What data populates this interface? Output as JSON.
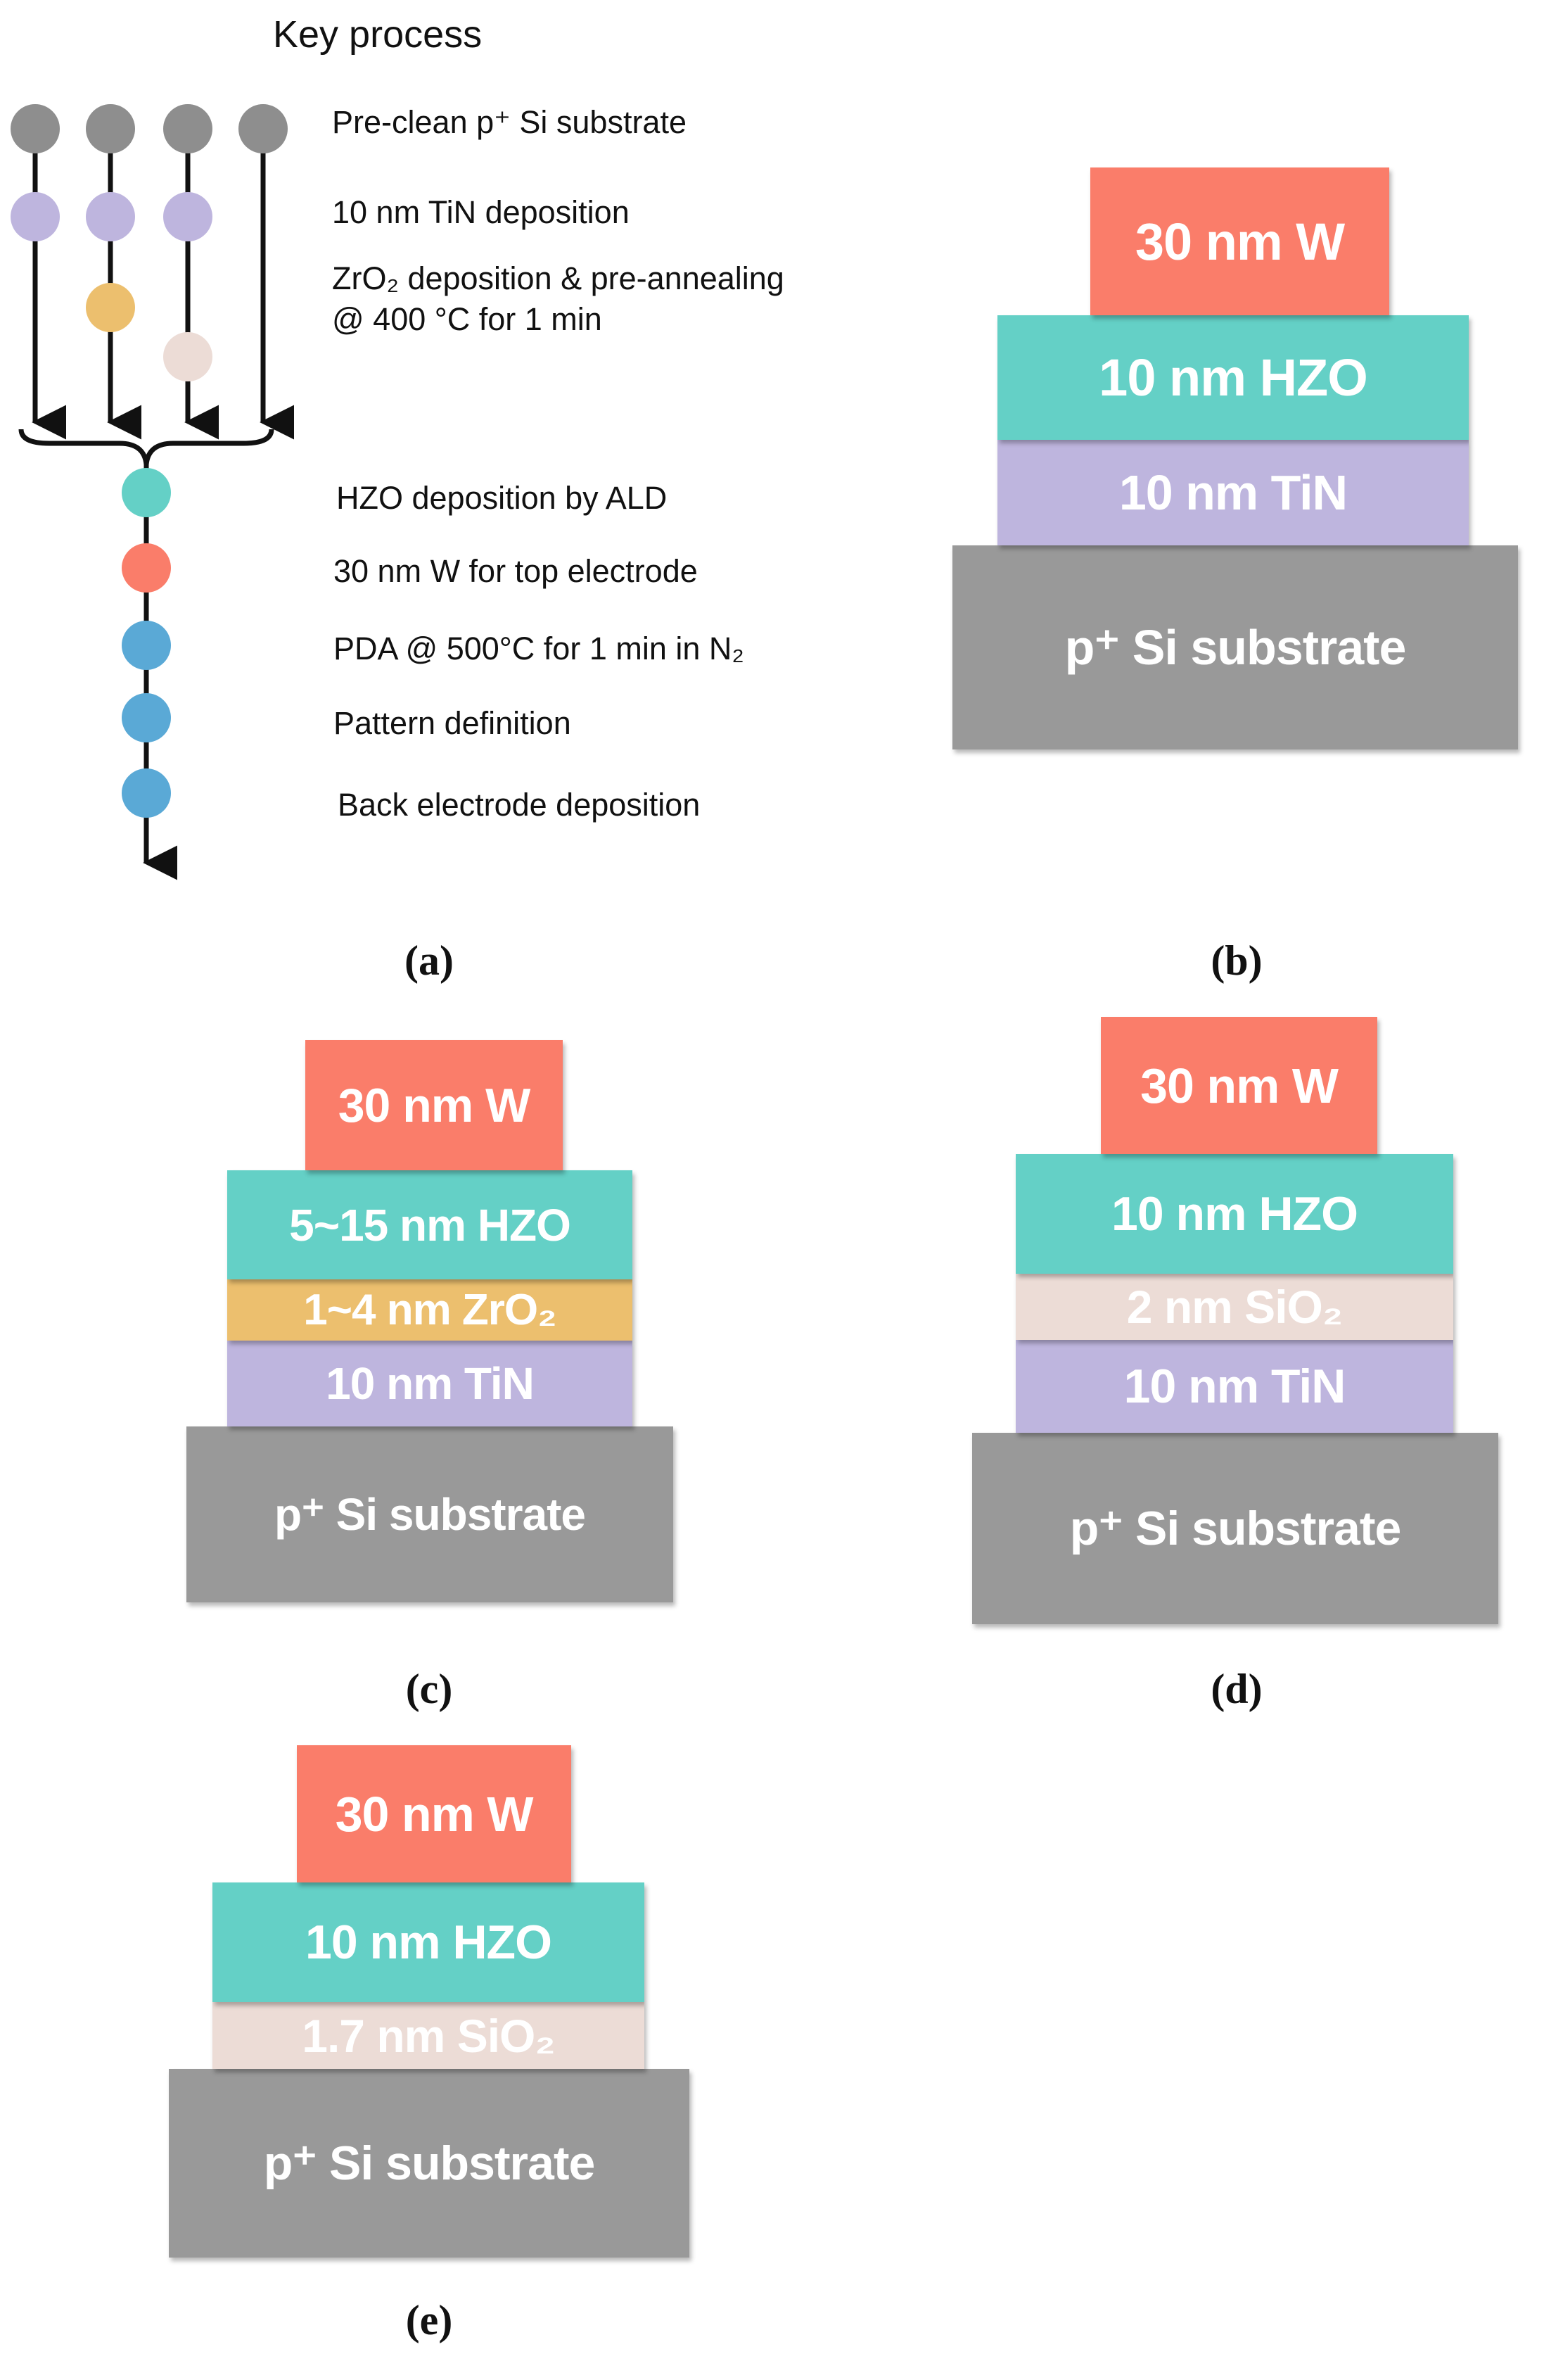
{
  "process_flow": {
    "title": "Key process",
    "steps": {
      "preclean": "Pre-clean p⁺ Si substrate",
      "tin": "10 nm TiN deposition",
      "zro2_line1": "ZrO₂ deposition & pre-annealing",
      "zro2_line2": "@ 400 °C for 1 min",
      "hzo": "HZO deposition by ALD",
      "w": "30 nm W for top electrode",
      "pda": "PDA @ 500°C for 1 min in N₂",
      "pattern": "Pattern definition",
      "back": "Back electrode deposition"
    }
  },
  "stacks": {
    "b": {
      "caption": "(b)",
      "layers": {
        "w": "30 nm W",
        "hzo": "10 nm HZO",
        "tin": "10 nm TiN",
        "sub": "p⁺ Si substrate"
      }
    },
    "c": {
      "caption": "(c)",
      "layers": {
        "w": "30 nm W",
        "hzo": "5~15 nm HZO",
        "zro2": "1~4 nm ZrO₂",
        "tin": "10 nm TiN",
        "sub": "p⁺ Si substrate"
      }
    },
    "d": {
      "caption": "(d)",
      "layers": {
        "w": "30 nm W",
        "hzo": "10 nm HZO",
        "sio2": "2 nm SiO₂",
        "tin": "10 nm TiN",
        "sub": "p⁺ Si substrate"
      }
    },
    "e": {
      "caption": "(e)",
      "layers": {
        "w": "30 nm W",
        "hzo": "10 nm HZO",
        "sio2": "1.7 nm SiO₂",
        "sub": "p⁺ Si substrate"
      }
    }
  },
  "caption_a": "(a)",
  "colors": {
    "w": "#fa7d6a",
    "hzo": "#64d0c6",
    "tin": "#beb5de",
    "zro2": "#ecbf6e",
    "sio2": "#ecdcd6",
    "substrate": "#999999",
    "preclean_dot": "#8e8e8e",
    "pda_dot": "#5aa9d6"
  }
}
